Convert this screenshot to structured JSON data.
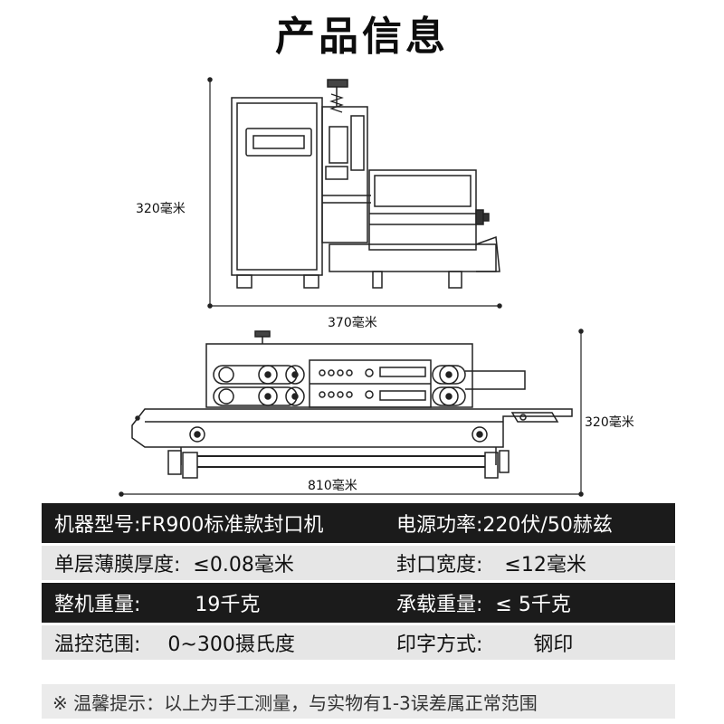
{
  "title": "产品信息",
  "dimensions": {
    "top_height": "320毫米",
    "top_width": "370毫米",
    "bottom_height": "320毫米",
    "bottom_width": "810毫米"
  },
  "specs": [
    {
      "style": "dark",
      "left": {
        "label": "机器型号:",
        "value": "FR900标准款封口机"
      },
      "right": {
        "label": "电源功率:",
        "value": "220伏/50赫兹"
      }
    },
    {
      "style": "light",
      "left": {
        "label": "单层薄膜厚度:",
        "value": "≤0.08毫米"
      },
      "right": {
        "label": "封口宽度:",
        "value": "≤12毫米"
      }
    },
    {
      "style": "dark",
      "left": {
        "label": "整机重量:",
        "value": "19千克"
      },
      "right": {
        "label": "承载重量:",
        "value": "≤ 5千克"
      }
    },
    {
      "style": "light",
      "left": {
        "label": "温控范围:",
        "value": "0~300摄氏度"
      },
      "right": {
        "label": "印字方式:",
        "value": "钢印"
      }
    }
  ],
  "note": "※ 温馨提示：以上为手工测量，与实物有1-3误差属正常范围"
}
